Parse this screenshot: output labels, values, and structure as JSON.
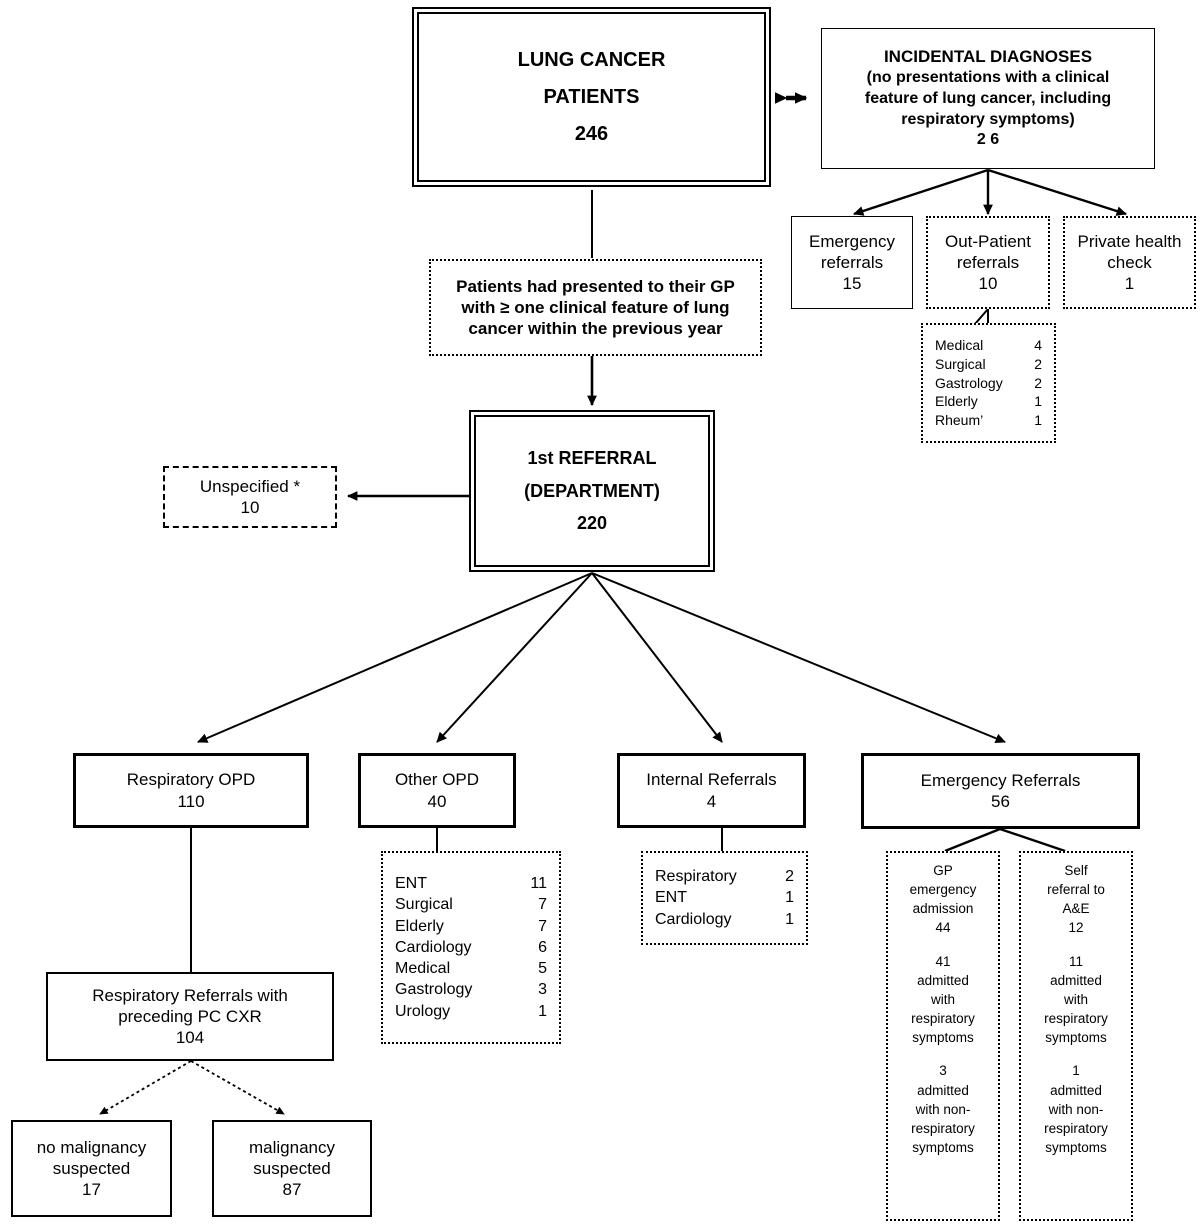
{
  "diagram": {
    "title_flow": "Lung cancer patient referral pathway flowchart",
    "nodes": {
      "lung_cancer": {
        "line1": "LUNG CANCER",
        "line2": "PATIENTS",
        "count": "246"
      },
      "incidental": {
        "line1": "INCIDENTAL DIAGNOSES",
        "line2": "(no presentations with a clinical",
        "line3": "feature of  lung cancer,  including",
        "line4": "respiratory symptoms)",
        "count": "2 6"
      },
      "emergency_referrals_top": {
        "line1": "Emergency",
        "line2": "referrals",
        "count": "15"
      },
      "outpatient_referrals": {
        "line1": "Out-Patient",
        "line2": "referrals",
        "count": "10"
      },
      "private_health": {
        "line1": "Private health",
        "line2": "check",
        "count": "1"
      },
      "gp_presentation": {
        "line1": "Patients  had presented to their GP",
        "line2": "with ≥ one clinical feature of lung",
        "line3": "cancer within the previous year"
      },
      "first_referral": {
        "line1": "1st  REFERRAL",
        "line2": "(DEPARTMENT)",
        "count": "220"
      },
      "unspecified": {
        "line1": "Unspecified *",
        "count": "10"
      },
      "respiratory_opd": {
        "line1": "Respiratory OPD",
        "count": "110"
      },
      "other_opd": {
        "line1": "Other OPD",
        "count": "40"
      },
      "internal_referrals": {
        "line1": "Internal Referrals",
        "count": "4"
      },
      "emergency_referrals_bottom": {
        "line1": "Emergency Referrals",
        "count": "56"
      },
      "respiratory_cxr": {
        "line1": "Respiratory Referrals with",
        "line2": "preceding  PC CXR",
        "count": "104"
      },
      "no_malignancy": {
        "line1": "no malignancy",
        "line2": "suspected",
        "count": "17"
      },
      "malignancy": {
        "line1": "malignancy",
        "line2": "suspected",
        "count": "87"
      }
    },
    "lists": {
      "outpatient_breakdown": [
        {
          "label": "Medical",
          "value": "4"
        },
        {
          "label": "Surgical",
          "value": "2"
        },
        {
          "label": "Gastrology",
          "value": "2"
        },
        {
          "label": "Elderly",
          "value": "1"
        },
        {
          "label": "Rheum’",
          "value": "1"
        }
      ],
      "other_opd_breakdown": [
        {
          "label": "ENT",
          "value": "11"
        },
        {
          "label": "Surgical",
          "value": "7"
        },
        {
          "label": "Elderly",
          "value": "7"
        },
        {
          "label": "Cardiology",
          "value": "6"
        },
        {
          "label": "Medical",
          "value": "5"
        },
        {
          "label": "Gastrology",
          "value": "3"
        },
        {
          "label": "Urology",
          "value": "1"
        }
      ],
      "internal_breakdown": [
        {
          "label": "Respiratory",
          "value": "2"
        },
        {
          "label": "ENT",
          "value": "1"
        },
        {
          "label": "Cardiology",
          "value": "1"
        }
      ]
    },
    "columns": {
      "gp_emergency": {
        "header": [
          "GP",
          "emergency",
          "admission",
          "44"
        ],
        "group2": [
          "41",
          "admitted",
          "with",
          "respiratory",
          "symptoms"
        ],
        "group3": [
          "3",
          "admitted",
          "with non-",
          "respiratory",
          "symptoms"
        ]
      },
      "self_referral": {
        "header": [
          "Self",
          "referral to",
          "A&E",
          "12"
        ],
        "group2": [
          "11",
          "admitted",
          "with",
          "respiratory",
          "symptoms"
        ],
        "group3": [
          "1",
          "admitted",
          "with non-",
          "respiratory",
          "symptoms"
        ]
      }
    },
    "colors": {
      "ink": "#000000",
      "paper": "#ffffff"
    }
  }
}
